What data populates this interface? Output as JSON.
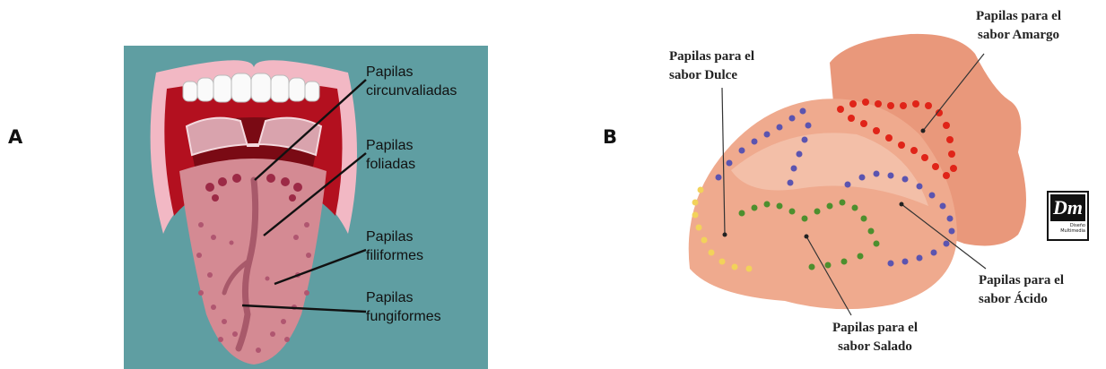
{
  "panel_a": {
    "letter": "A",
    "labels": {
      "circunvaladas": [
        "Papilas",
        "circunvaliadas"
      ],
      "foliadas": [
        "Papilas",
        "foliadas"
      ],
      "filiformes": [
        "Papilas",
        "filiformes"
      ],
      "fungiformes": [
        "Papilas",
        "fungiformes"
      ]
    }
  },
  "panel_b": {
    "letter": "B",
    "labels": {
      "dulce": [
        "Papilas para el",
        "sabor Dulce"
      ],
      "amargo": [
        "Papilas para el",
        "sabor Amargo"
      ],
      "acido": [
        "Papilas para el",
        "sabor Ácido"
      ],
      "salado": [
        "Papilas para el",
        "sabor Salado"
      ]
    },
    "logo": {
      "mark": "Dm",
      "text": [
        "Diseño",
        "Multimedia"
      ]
    }
  },
  "colors": {
    "panel_a_background": "#5f9ea2",
    "tongue": "#d48a93",
    "mouth": "#b3101f",
    "lips": "#f2b8c4",
    "tongue_b": "#e8a082",
    "dulce_zone": "#f2d25a",
    "salado_zone": "#4d8f2e",
    "acido_zone": "#5b54b0",
    "amargo_zone": "#e02418"
  }
}
